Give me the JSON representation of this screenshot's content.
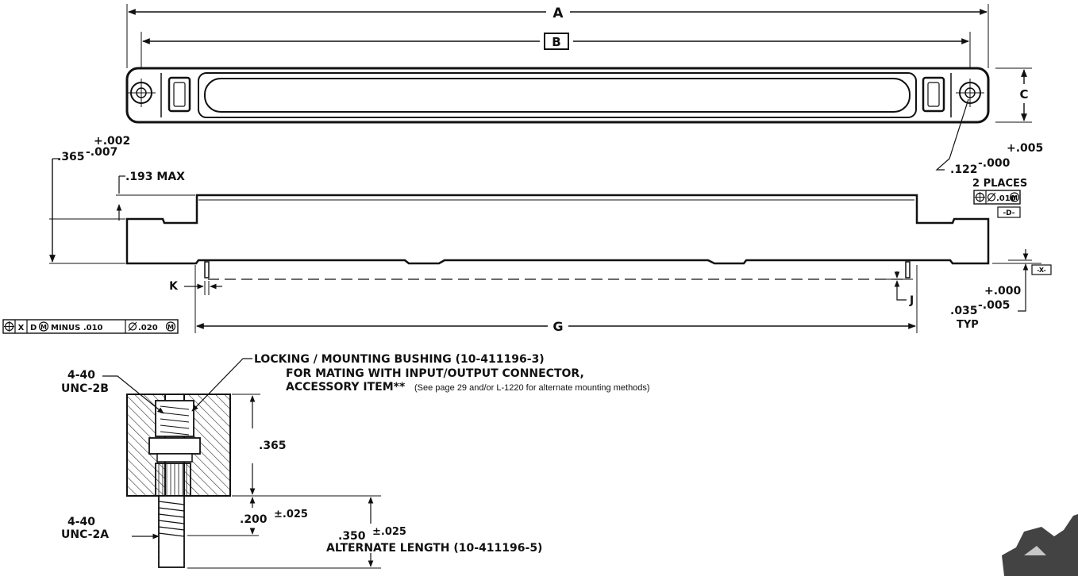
{
  "top_view": {
    "dim_a": "A",
    "dim_b": "B",
    "dim_c": "C"
  },
  "hole_callout": {
    "tol_plus": "+.005",
    "tol_minus": "-.000",
    "value": ".122",
    "places": "2 PLACES",
    "fcf_tolerance": ".010",
    "fcf_modifier": "M",
    "datum_d": "-D-"
  },
  "side_view": {
    "height_tol_plus": "+.002",
    "height_tol_minus": "-.007",
    "height_value": ".365",
    "max_height": ".193 MAX",
    "dim_k": "K",
    "dim_j": "J",
    "dim_g": "G",
    "datum_x": "-X-",
    "pin_tol_plus": "+.000",
    "pin_tol_minus": "-.005",
    "pin_value": ".035",
    "pin_typ": "TYP"
  },
  "position_fcf": {
    "datum_x": "X",
    "datum_d": "D",
    "modifier": "M",
    "minus_note": "MINUS .010",
    "tolerance": ".020"
  },
  "bushing": {
    "thread_top_1": "4-40",
    "thread_top_2": "UNC-2B",
    "thread_bot_1": "4-40",
    "thread_bot_2": "UNC-2A",
    "callout_1": "LOCKING / MOUNTING BUSHING (10-411196-3)",
    "callout_2": "FOR MATING WITH INPUT/OUTPUT CONNECTOR,",
    "callout_3": "ACCESSORY ITEM**",
    "callout_note": "(See page 29 and/or L-1220 for alternate mounting methods)",
    "dim_365": ".365",
    "dim_200": ".200",
    "dim_200_tol": "±.025",
    "dim_350": ".350",
    "dim_350_tol": "±.025",
    "alt_length": "ALTERNATE LENGTH (10-411196-5)"
  }
}
